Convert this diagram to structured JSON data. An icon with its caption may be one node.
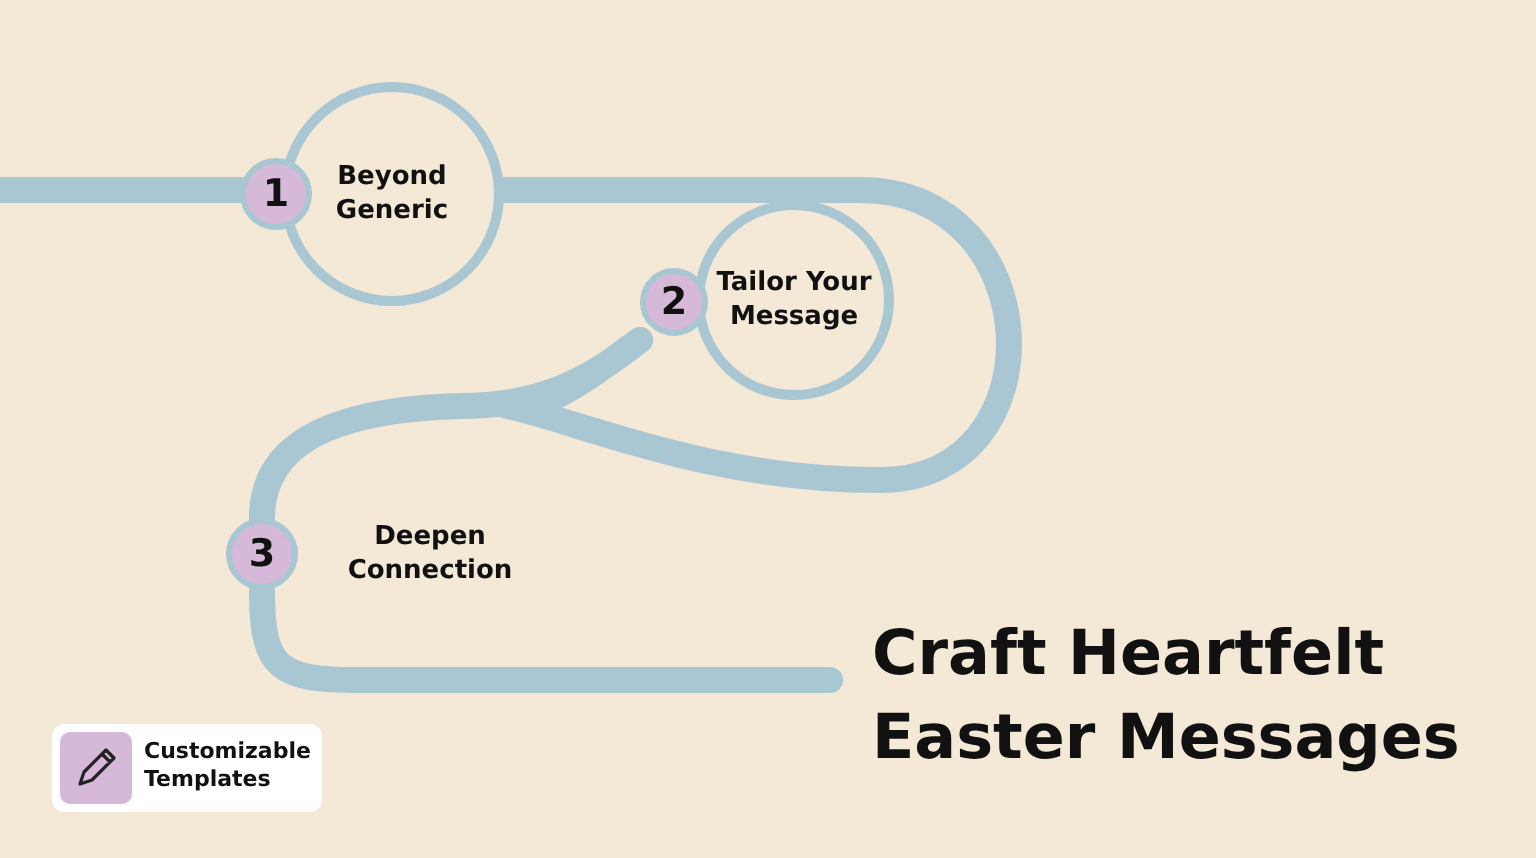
{
  "diagram": {
    "title": "Craft Heartfelt Easter Messages",
    "nodes": [
      {
        "text": [
          "1",
          "Beyond Generic"
        ]
      },
      {
        "text": [
          "2",
          "Tailor Your Message"
        ]
      },
      {
        "text": [
          "3",
          "Deepen Connection"
        ]
      }
    ],
    "edges": [
      {
        "from": null,
        "to": 0,
        "arrow": "none"
      },
      {
        "from": 0,
        "to": 1,
        "arrow": "none"
      },
      {
        "from": 1,
        "to": 2,
        "arrow": "none"
      },
      {
        "from": 2,
        "to": null,
        "arrow": "none"
      }
    ],
    "labels": [
      "Customizable Templates"
    ]
  }
}
